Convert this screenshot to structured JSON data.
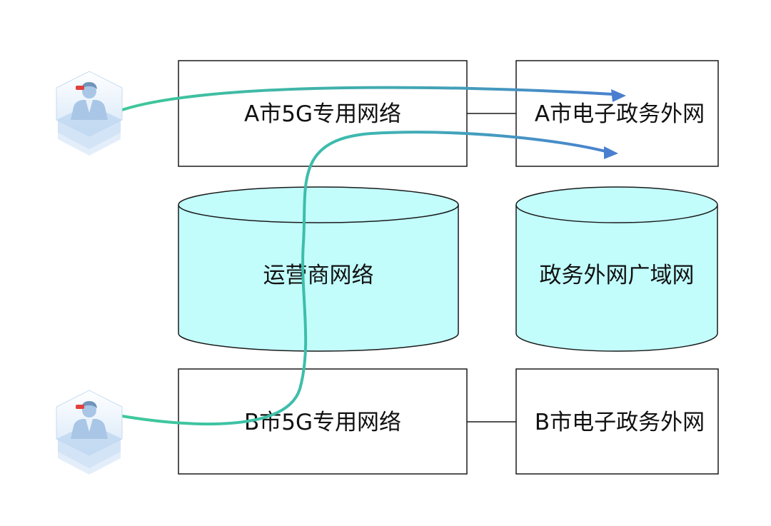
{
  "colors": {
    "box_stroke": "#1a1a1a",
    "cylinder_fill": "#c2fdfc",
    "path_green": "#3ec99a",
    "path_blue": "#4a7fd0",
    "user_tile": "#cfe3f7"
  },
  "nodes": {
    "city_a_5g": "A市5G专用网络",
    "city_a_egov": "A市电子政务外网",
    "operator_network": "运营商网络",
    "egov_wan": "政务外网广域网",
    "city_b_5g": "B市5G专用网络",
    "city_b_egov": "B市电子政务外网"
  },
  "icons": {
    "user_a": "user-terminal-icon",
    "user_b": "user-terminal-icon"
  }
}
